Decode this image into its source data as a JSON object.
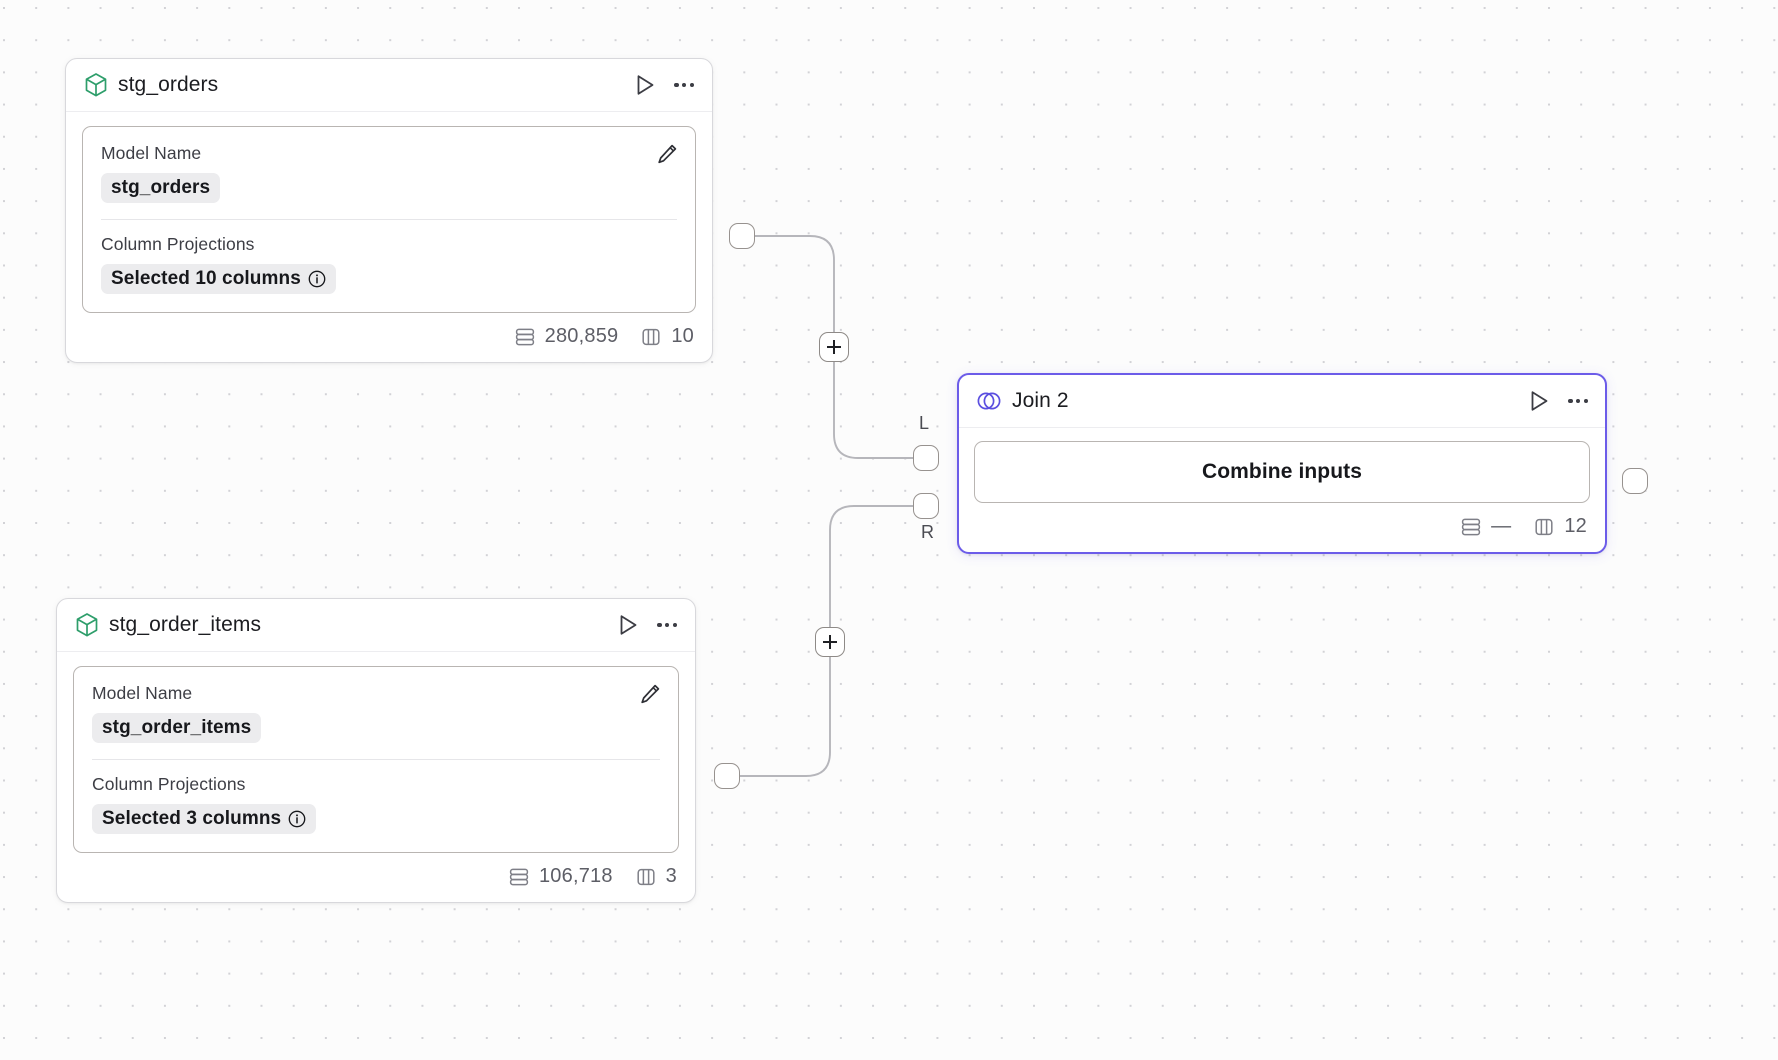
{
  "canvas": {
    "grid": "dot",
    "background": "#fcfcfc",
    "accent": "#6c5ce9",
    "model_icon_color": "#2e9e6b"
  },
  "nodes": [
    {
      "id": "stg_orders",
      "icon": "cube-icon",
      "title": "stg_orders",
      "run_label": "Run",
      "menu_label": "More options",
      "fields": {
        "model_name_label": "Model Name",
        "model_name_value": "stg_orders",
        "column_projections_label": "Column Projections",
        "column_projections_value": "Selected 10 columns"
      },
      "edit_label": "Edit",
      "stats": {
        "rows": "280,859",
        "columns": "10"
      }
    },
    {
      "id": "stg_order_items",
      "icon": "cube-icon",
      "title": "stg_order_items",
      "run_label": "Run",
      "menu_label": "More options",
      "fields": {
        "model_name_label": "Model Name",
        "model_name_value": "stg_order_items",
        "column_projections_label": "Column Projections",
        "column_projections_value": "Selected 3 columns"
      },
      "edit_label": "Edit",
      "stats": {
        "rows": "106,718",
        "columns": "3"
      }
    },
    {
      "id": "join_2",
      "icon": "venn-icon",
      "title": "Join 2",
      "run_label": "Run",
      "menu_label": "More options",
      "action_label": "Combine inputs",
      "selected": true,
      "ports": {
        "left": "L",
        "right": "R"
      },
      "stats": {
        "rows": "—",
        "columns": "12"
      }
    }
  ],
  "edges": {
    "add_node_label": "+"
  }
}
